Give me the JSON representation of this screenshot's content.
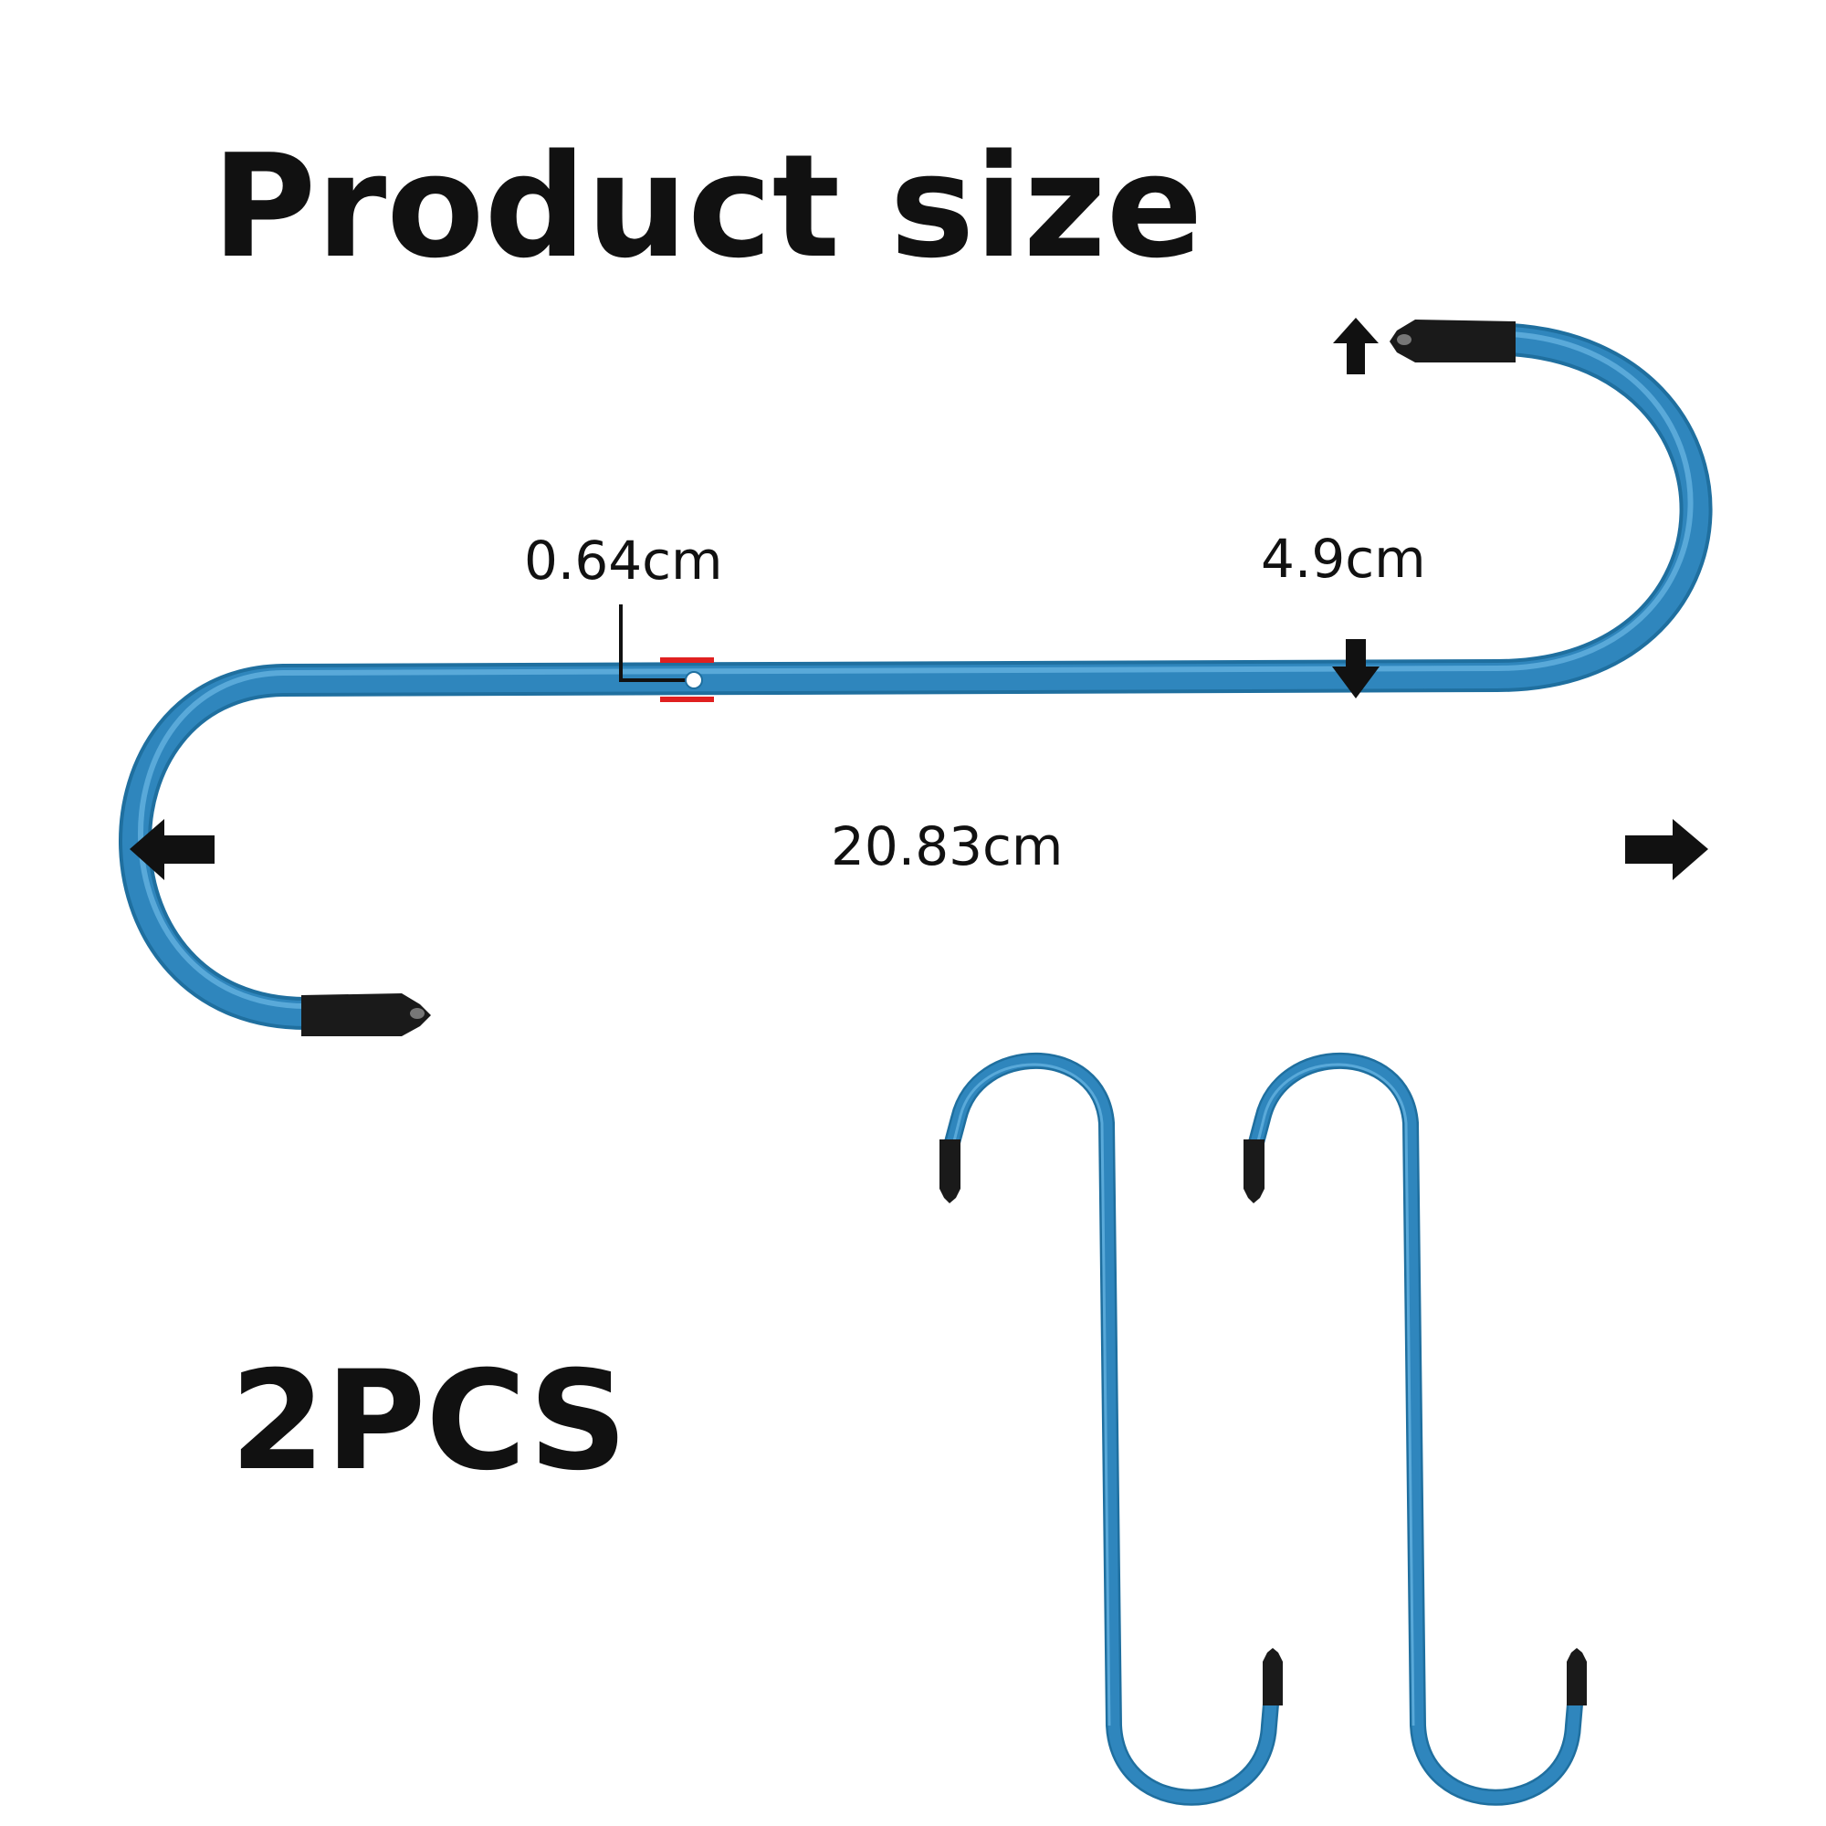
{
  "title": "Product size",
  "dimensions": {
    "thickness": "0.64cm",
    "height": "4.9cm",
    "length": "20.83cm"
  },
  "quantity": "2PCS",
  "colors": {
    "hook": "#2f86bd",
    "hook_highlight": "#6bb8e6",
    "tip": "#1a1a1a",
    "marker": "#e02020",
    "text": "#111111",
    "background": "#ffffff"
  }
}
